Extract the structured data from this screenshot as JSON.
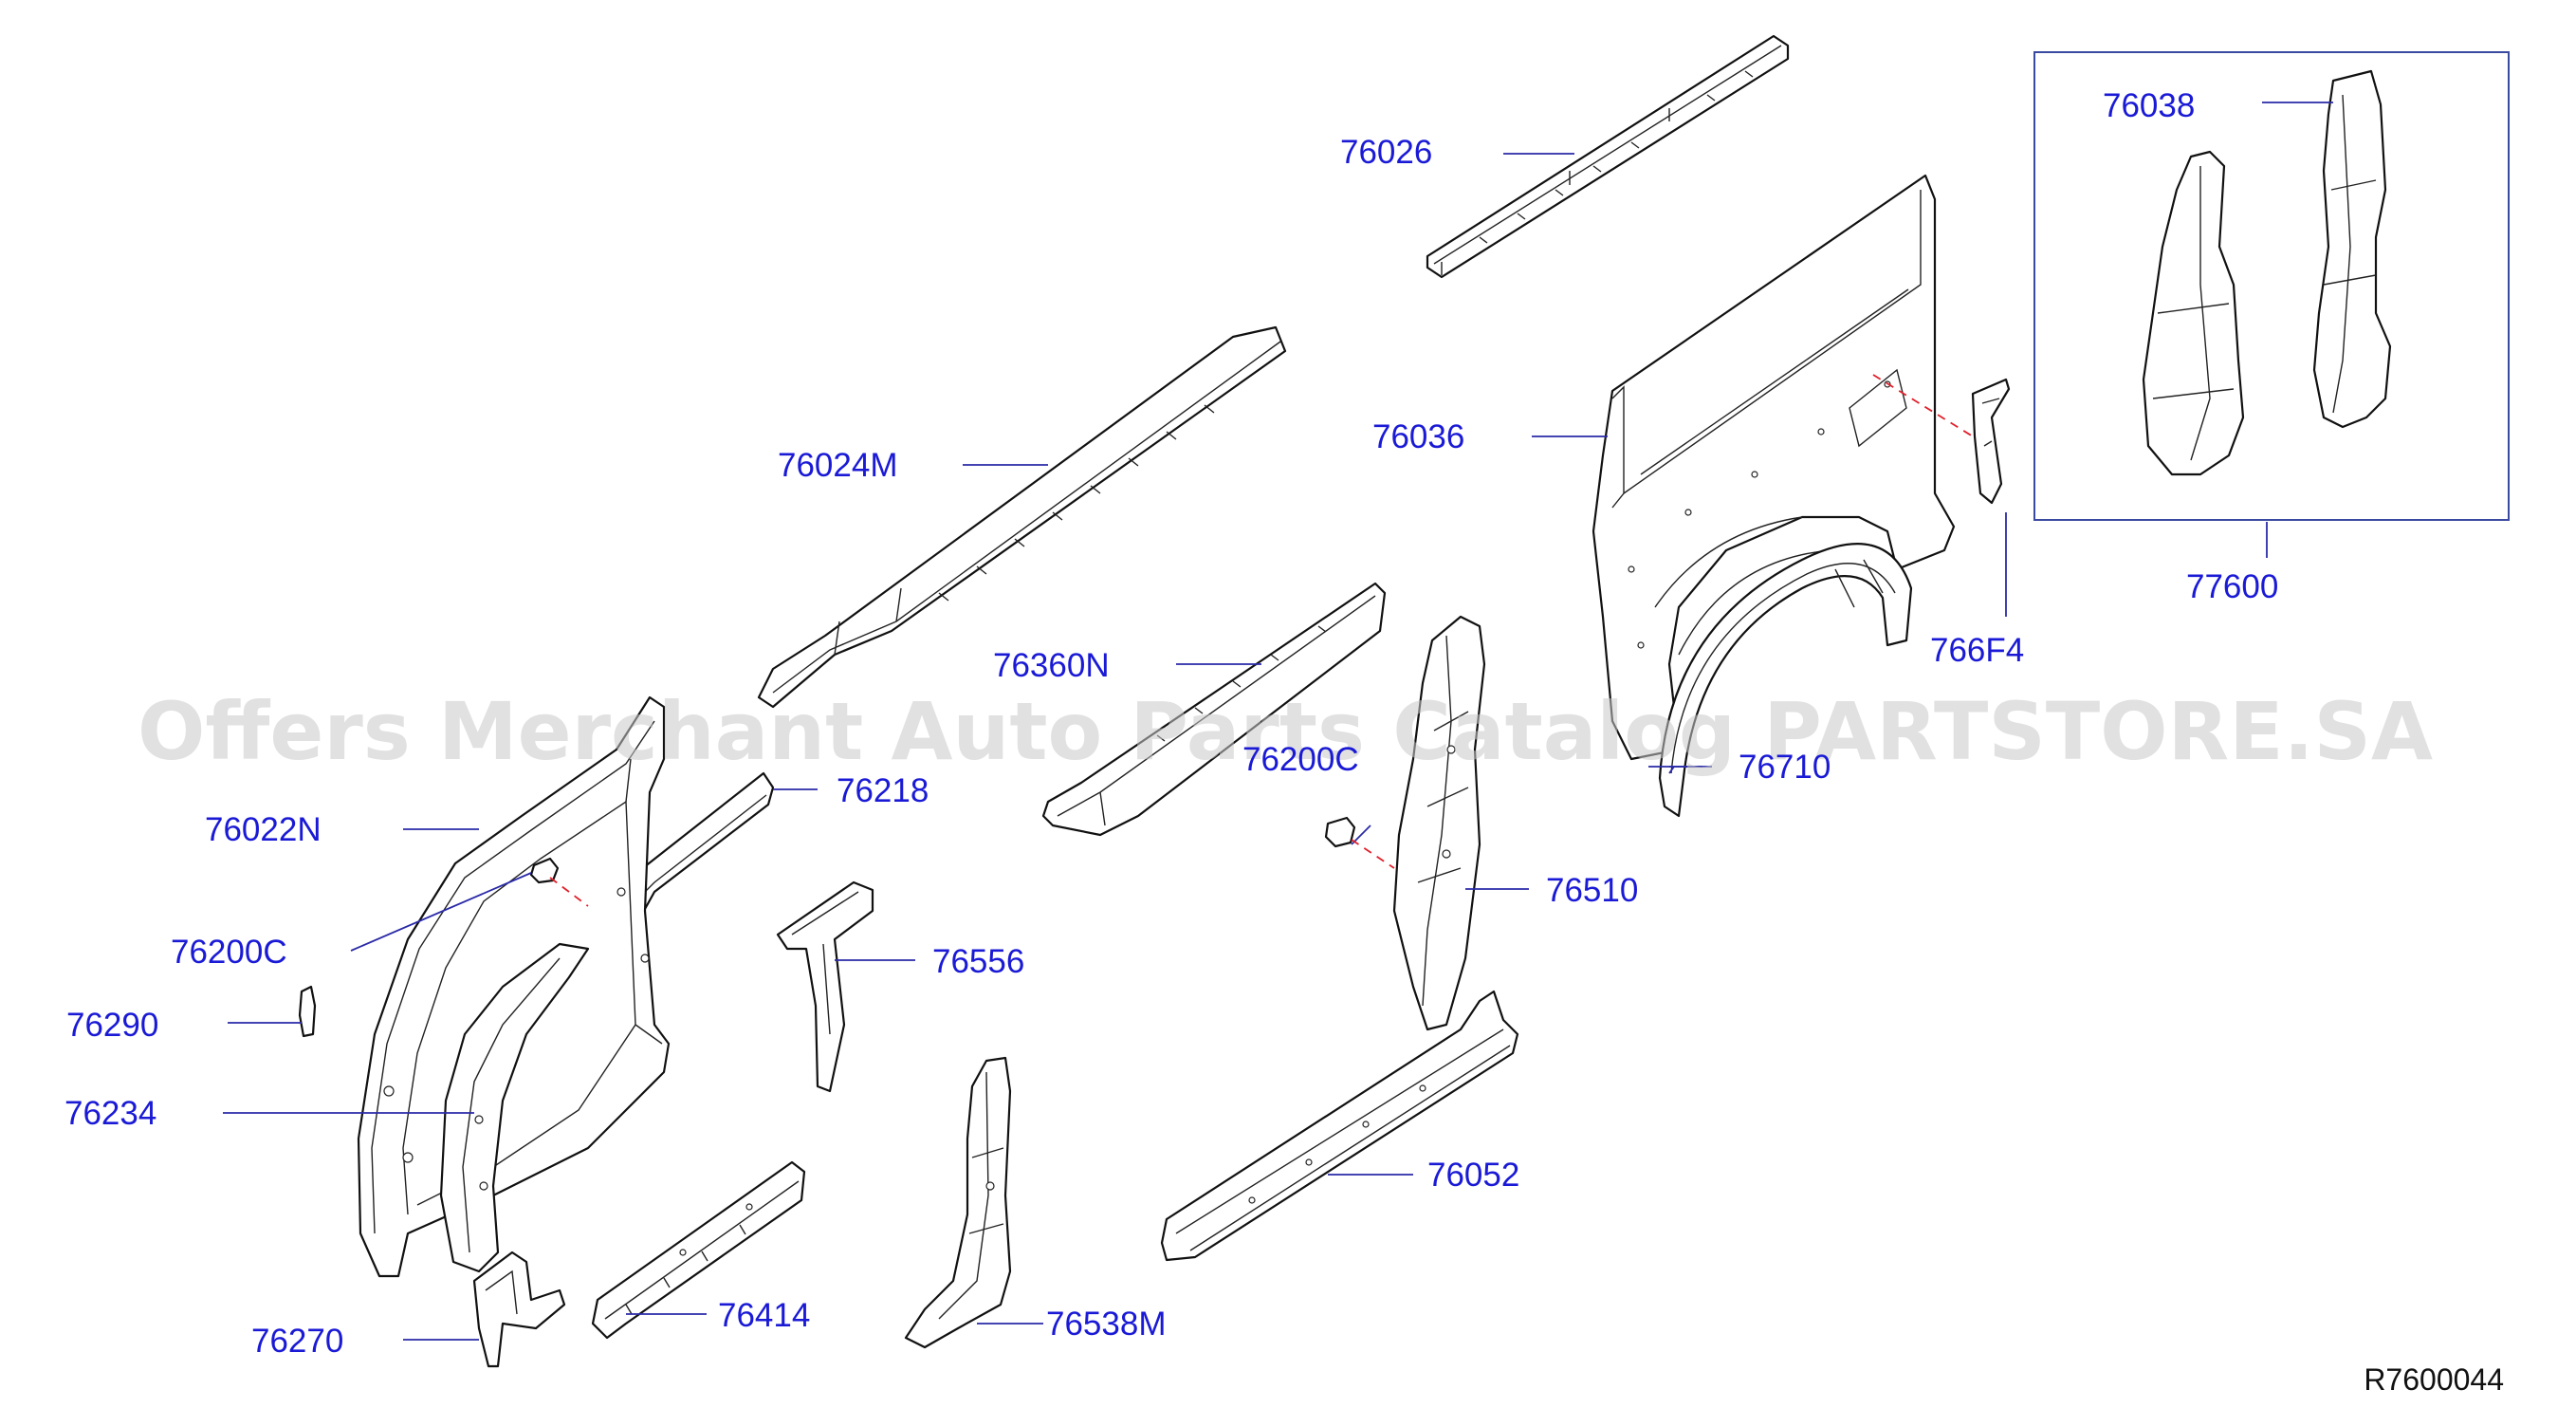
{
  "watermark": "Offers Merchant Auto Parts Catalog PARTSTORE.SA",
  "reference_code": "R7600044",
  "callouts": {
    "c76026": "76026",
    "c76024M": "76024M",
    "c76036": "76036",
    "c76038": "76038",
    "c77600": "77600",
    "c766F4": "766F4",
    "c76360N": "76360N",
    "c76200C_right": "76200C",
    "c76710": "76710",
    "c76022N": "76022N",
    "c76218": "76218",
    "c76200C_left": "76200C",
    "c76510": "76510",
    "c76556": "76556",
    "c76290": "76290",
    "c76234": "76234",
    "c76052": "76052",
    "c76414": "76414",
    "c76270": "76270",
    "c76538M": "76538M"
  },
  "colors": {
    "callout_text": "#1a1ad6",
    "leader_line": "#2a2aa8",
    "dashed_guide": "#e0202a",
    "part_outline": "#111111"
  }
}
